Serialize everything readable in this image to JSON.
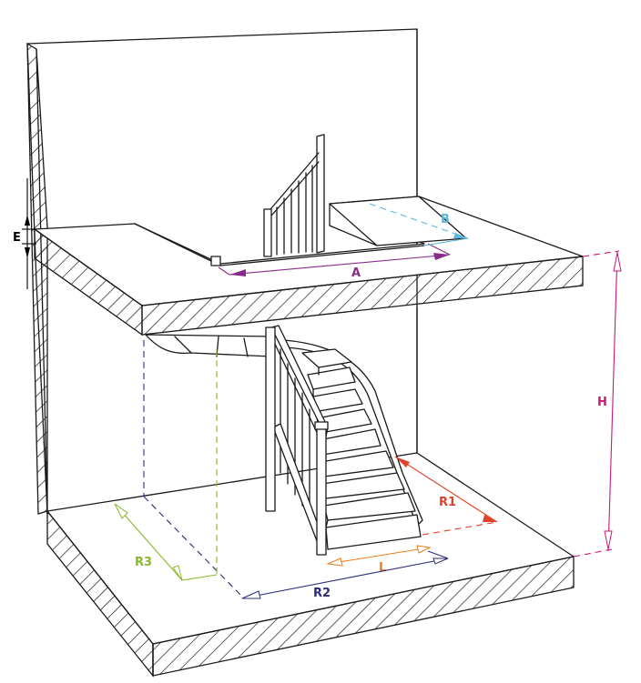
{
  "diagram": {
    "type": "staircase-dimension-drawing",
    "dimensions": [
      {
        "key": "A",
        "label": "A",
        "color": "#8a2b8a"
      },
      {
        "key": "B",
        "label": "B",
        "color": "#5bb8dc"
      },
      {
        "key": "E",
        "label": "E",
        "color": "#000000"
      },
      {
        "key": "H",
        "label": "H",
        "color": "#c8197a"
      },
      {
        "key": "R1",
        "label": "R1",
        "color": "#e0412b"
      },
      {
        "key": "R2",
        "label": "R2",
        "color": "#2b2e7a"
      },
      {
        "key": "R3",
        "label": "R3",
        "color": "#8ab82b"
      },
      {
        "key": "L",
        "label": "L",
        "color": "#ee7d1a"
      }
    ]
  }
}
